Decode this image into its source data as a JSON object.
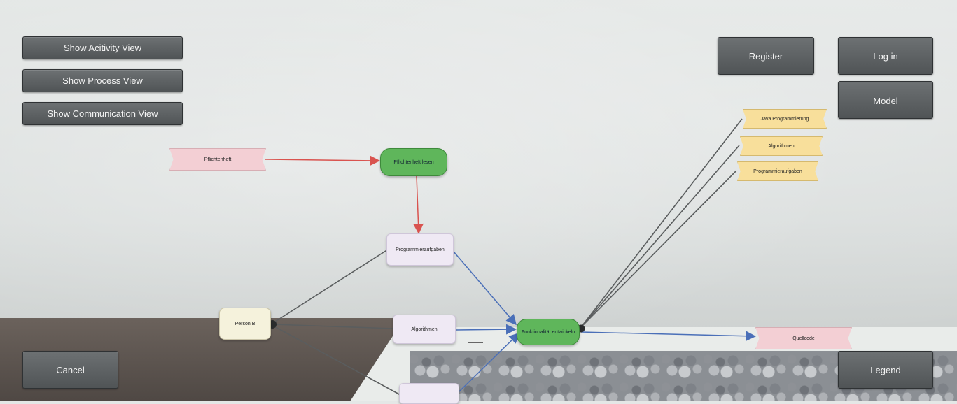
{
  "left_menu": {
    "activity_view": "Show Acitivity View",
    "process_view": "Show Process View",
    "communication_view": "Show Communication View"
  },
  "right_menu": {
    "register": "Register",
    "log_in": "Log in",
    "model": "Model"
  },
  "bottom": {
    "cancel": "Cancel",
    "legend": "Legend"
  },
  "nodes": {
    "pflicht": "Pflichtenheft",
    "lesen": "Pflichtenheft lesen",
    "programmieraufgaben_mid": "Programmieraufgaben",
    "algorithmen_mid": "Algorithmen",
    "person": "Person B",
    "process": "Funktionalität entwickeln",
    "quellcode": "Quellcode",
    "java": "Java Programmierung",
    "algorithmen_top": "Algorithmen",
    "programmieraufgaben_top": "Programmieraufgaben",
    "bottom_partial": ""
  },
  "colors": {
    "flow_red": "#d9534f",
    "flow_blue": "#4a6fb8",
    "link_gray": "#5a5d5e"
  }
}
